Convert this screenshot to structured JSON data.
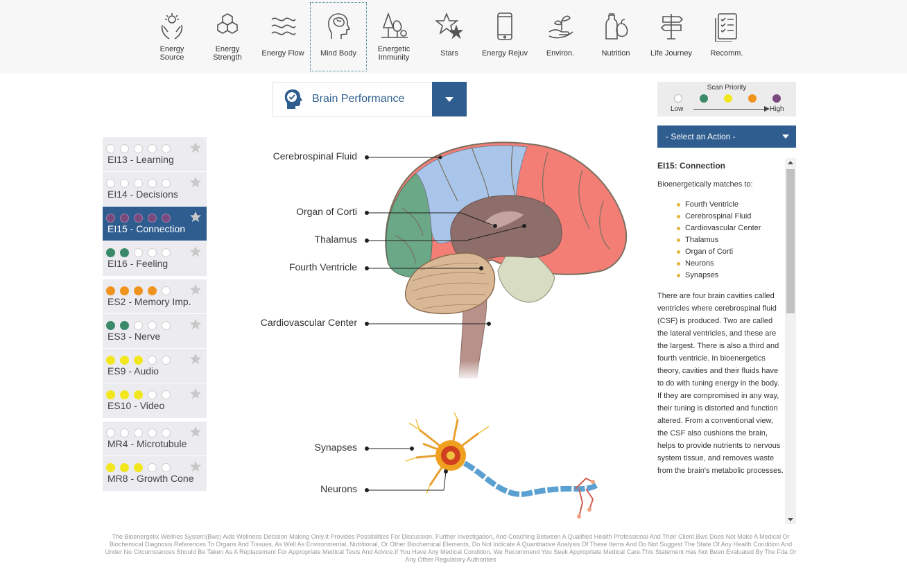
{
  "nav": [
    {
      "label": "Energy\nSource",
      "icon": "hands-sun-icon"
    },
    {
      "label": "Energy\nStrength",
      "icon": "hexagons-icon"
    },
    {
      "label": "Energy Flow",
      "icon": "waves-icon"
    },
    {
      "label": "Mind Body",
      "icon": "head-brain-icon",
      "active": true
    },
    {
      "label": "Energetic\nImmunity",
      "icon": "trees-icon"
    },
    {
      "label": "Stars",
      "icon": "stars-icon"
    },
    {
      "label": "Energy Rejuv",
      "icon": "phone-icon"
    },
    {
      "label": "Environ.",
      "icon": "hand-plant-icon"
    },
    {
      "label": "Nutrition",
      "icon": "bottle-fruit-icon"
    },
    {
      "label": "Life Journey",
      "icon": "signpost-icon"
    },
    {
      "label": "Recomm.",
      "icon": "checklist-icon"
    }
  ],
  "category_select": {
    "label": "Brain Performance"
  },
  "scan_priority": {
    "title": "Scan Priority",
    "low": "Low",
    "high": "High",
    "colors": [
      "#ffffff",
      "#3a8a6a",
      "#f2e71e",
      "#f0921e",
      "#7a4a7e"
    ]
  },
  "action_select": {
    "label": "- Select an Action -"
  },
  "info": {
    "title": "EI15: Connection",
    "subtitle": "Bioenergetically matches to:",
    "matches": [
      "Fourth Ventricle",
      "Cerebrospinal Fluid",
      "Cardiovascular Center",
      "Thalamus",
      "Organ of Corti",
      "Neurons",
      "Synapses"
    ],
    "text": "There are four brain cavities called ventricles where cerebrospinal fluid (CSF) is produced. Two are called the lateral ventricles, and these are the largest. There is also a third and fourth ventricle. In bioenergetics theory, cavities and their fluids have to do with tuning energy in the body. If they are compromised in any way, their tuning is distorted and function altered. From a conventional view, the CSF also cushions the brain, helps to provide nutrients to nervous system tissue, and removes waste from the brain's metabolic processes."
  },
  "groups": [
    [
      {
        "label": "EI13 - Learning",
        "dots": [
          "#ffffff",
          "#ffffff",
          "#ffffff",
          "#ffffff",
          "#ffffff"
        ]
      },
      {
        "label": "EI14 - Decisions",
        "dots": [
          "#ffffff",
          "#ffffff",
          "#ffffff",
          "#ffffff",
          "#ffffff"
        ]
      },
      {
        "label": "EI15 - Connection",
        "dots": [
          "#7a4a7e",
          "#7a4a7e",
          "#7a4a7e",
          "#7a4a7e",
          "#7a4a7e"
        ],
        "active": true
      },
      {
        "label": "EI16 - Feeling",
        "dots": [
          "#3a8a6a",
          "#3a8a6a",
          "#ffffff",
          "#ffffff",
          "#ffffff"
        ]
      }
    ],
    [
      {
        "label": "ES2 - Memory Imp.",
        "dots": [
          "#f0921e",
          "#f0921e",
          "#f0921e",
          "#f0921e",
          "#ffffff"
        ]
      },
      {
        "label": "ES3 - Nerve",
        "dots": [
          "#3a8a6a",
          "#3a8a6a",
          "#ffffff",
          "#ffffff",
          "#ffffff"
        ]
      },
      {
        "label": "ES9 - Audio",
        "dots": [
          "#f2e71e",
          "#f2e71e",
          "#f2e71e",
          "#ffffff",
          "#ffffff"
        ]
      },
      {
        "label": "ES10 - Video",
        "dots": [
          "#f2e71e",
          "#f2e71e",
          "#f2e71e",
          "#ffffff",
          "#ffffff"
        ]
      }
    ],
    [
      {
        "label": "MR4 - Microtubule",
        "dots": [
          "#ffffff",
          "#ffffff",
          "#ffffff",
          "#ffffff",
          "#ffffff"
        ]
      },
      {
        "label": "MR8 - Growth Cone",
        "dots": [
          "#f2e71e",
          "#f2e71e",
          "#f2e71e",
          "#ffffff",
          "#ffffff"
        ]
      }
    ]
  ],
  "diagram_labels": {
    "csf": "Cerebrospinal Fluid",
    "corti": "Organ of Corti",
    "thalamus": "Thalamus",
    "fourth": "Fourth Ventricle",
    "cardio": "Cardiovascular Center",
    "synapses": "Synapses",
    "neurons": "Neurons"
  },
  "disclaimer": "The Bioenergetix Wellnes System(Bws) Aids Wellness Decision Making Only.It Provides Possibilities For Discussion, Further Investigation, And Coaching Between A Qualified Health Professional And Their Client.Bws Does Not Make A Medical Or Biochemical Diagnosis.References To Organs And Tissues, As Well As Environmental, Nutritional, Or Other Biochemical Elements, Do Not Indicate A Quantitative Analysis Of These Items And Do Not Suggest The State Of Any Health Condition And Under No Circumstances Should Be Taken As A Replacement For Appropriate Medical Tests And Advice.If You Have Any Medical Condition, We Recommend You Seek Appropriate Medical Care.This Statement Has Not Been Evaluated By The Fda Or Any Other Regulatory Authorities"
}
